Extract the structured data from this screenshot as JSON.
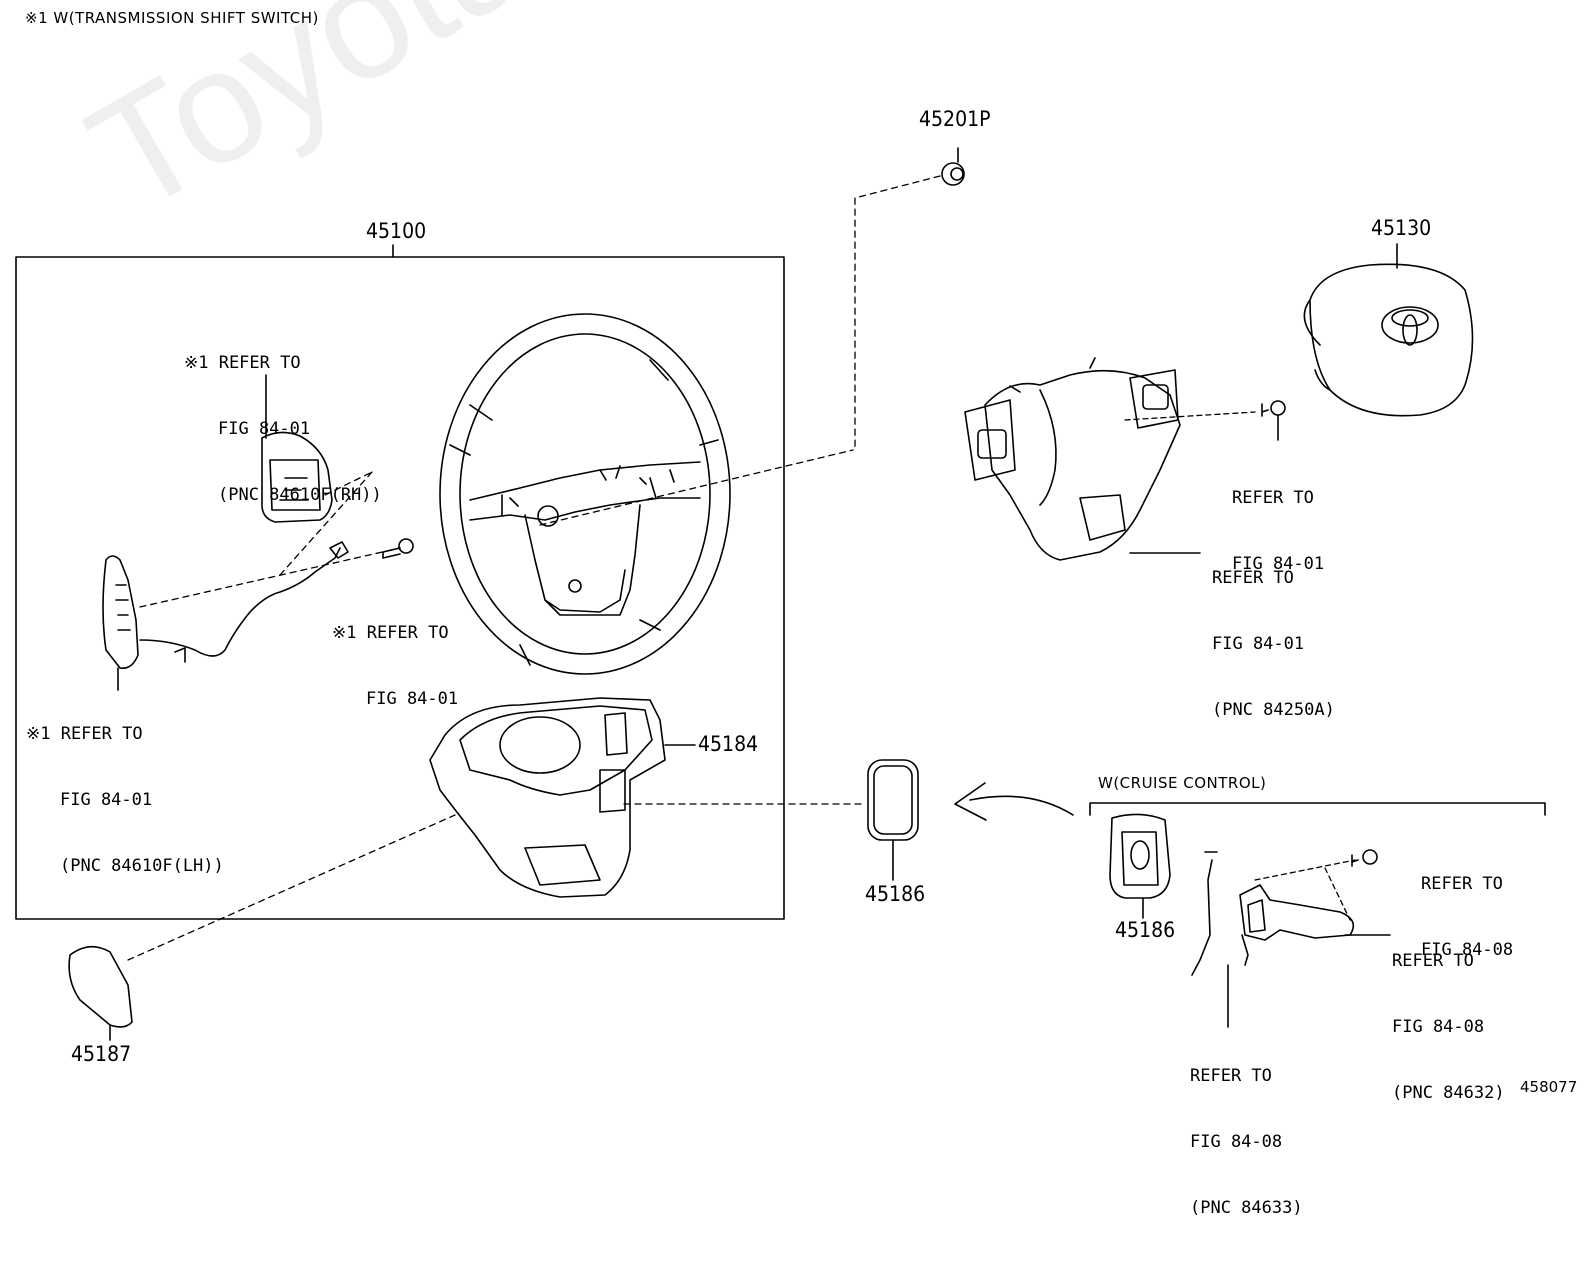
{
  "header_note": "※1 W(TRANSMISSION SHIFT SWITCH)",
  "figure_number": "458077",
  "watermark": "ToyotaCarMine.ru",
  "parts": {
    "p45201P": "45201P",
    "p45100": "45100",
    "p45130": "45130",
    "p45184": "45184",
    "p45186_center": "45186",
    "p45186_right": "45186",
    "p45187": "45187"
  },
  "refs": {
    "rh_switch": [
      "※1 REFER TO",
      "FIG 84-01",
      "(PNC 84610F(RH))"
    ],
    "lh_switch": [
      "※1 REFER TO",
      "FIG 84-01",
      "(PNC 84610F(LH))"
    ],
    "screw_left": [
      "※1 REFER TO",
      "FIG 84-01"
    ],
    "screw_right": [
      "REFER TO",
      "FIG 84-01"
    ],
    "switch_pad": [
      "REFER TO",
      "FIG 84-01",
      "(PNC 84250A)"
    ],
    "cruise_screw": [
      "REFER TO",
      "FIG 84-08"
    ],
    "cruise_switch": [
      "REFER TO",
      "FIG 84-08",
      "(PNC 84632)"
    ],
    "cruise_harness": [
      "REFER TO",
      "FIG 84-08",
      "(PNC 84633)"
    ]
  },
  "cruise_group_label": "W(CRUISE CONTROL)",
  "icons": [
    "toyota-logo-icon",
    "curved-arrow-icon",
    "screw-icon"
  ]
}
